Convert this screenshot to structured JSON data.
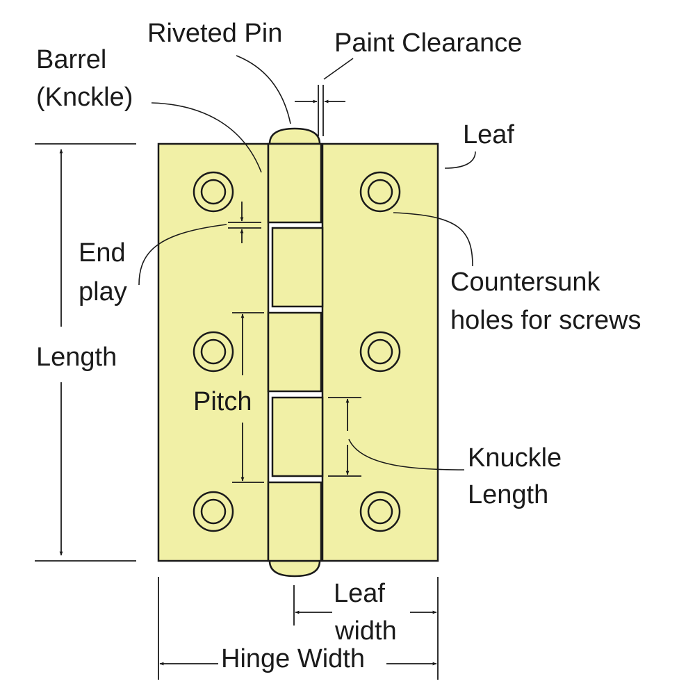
{
  "colors": {
    "brass": "#f1f0a6",
    "outline": "#1a1a1a",
    "background": "#ffffff"
  },
  "labels": {
    "riveted_pin": "Riveted Pin",
    "paint_clearance": "Paint Clearance",
    "barrel_line1": "Barrel",
    "barrel_line2": "(Knckle)",
    "leaf": "Leaf",
    "end_play_line1": "End",
    "end_play_line2": "play",
    "length": "Length",
    "countersunk_line1": "Countersunk",
    "countersunk_line2": "holes for screws",
    "pitch": "Pitch",
    "knuckle_length_line1": "Knuckle",
    "knuckle_length_line2": "Length",
    "leaf_width_line1": "Leaf",
    "leaf_width_line2": "width",
    "hinge_width": "Hinge Width"
  }
}
